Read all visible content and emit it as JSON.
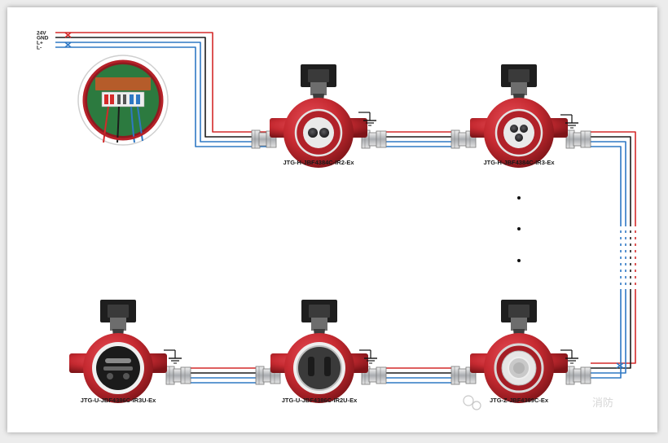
{
  "wiring": {
    "terminals": [
      "24V",
      "GND",
      "L+",
      "L-"
    ],
    "colors": {
      "power": "#d42a2a",
      "ground": "#1c1c1c",
      "bus": "#2f78c4"
    }
  },
  "detectors": [
    {
      "model": "JTG-H-JBF4384C-IR2-Ex"
    },
    {
      "model": "JTG-H-JBF4384C-IR3-Ex"
    },
    {
      "model": "JTG-U-JBF4386C-IR3U-Ex"
    },
    {
      "model": "JTG-U-JBF4386C-IR2U-Ex"
    },
    {
      "model": "JTG-Z-JBF4389C-Ex"
    }
  ],
  "continuation": "⋮",
  "watermark": "消防",
  "theme": {
    "housing": "#c62a31",
    "housing_dark": "#7e1418",
    "metal": "#b9bcc0"
  }
}
